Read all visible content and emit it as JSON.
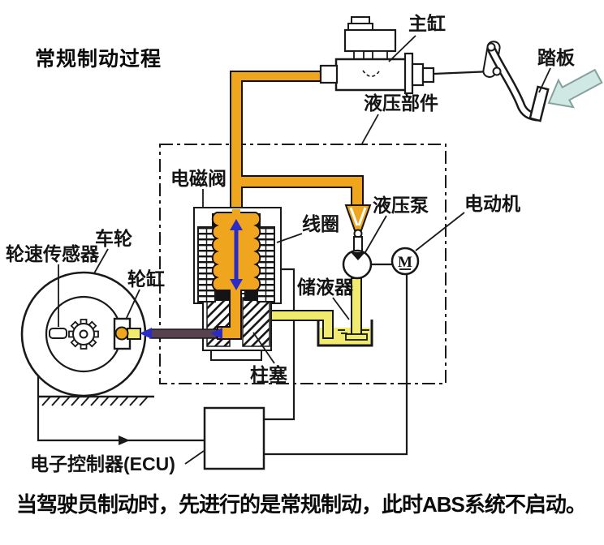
{
  "title": "常规制动过程",
  "caption": "当驾驶员制动时，先进行的是常规制动，此时ABS系统不启动。",
  "labels": {
    "master_cylinder": "主缸",
    "pedal": "踏板",
    "hydraulic_unit": "液压部件",
    "solenoid_valve": "电磁阀",
    "coil": "线圈",
    "hydraulic_pump": "液压泵",
    "motor": "电动机",
    "reservoir": "储液器",
    "wheel": "车轮",
    "wheel_speed_sensor": "轮速传感器",
    "wheel_cylinder": "轮缸",
    "plunger": "柱塞",
    "ecu": "电子控制器(ECU)",
    "motor_symbol": "M"
  },
  "colors": {
    "pipe_orange": "#F0A51E",
    "fluid_yellow": "#F0EA6E",
    "arrow_blue": "#2B2BC8",
    "return_pipe_maroon": "#59424F",
    "pedal_arrow_cyan": "#CFE8E3",
    "line_black": "#1A1A1A"
  }
}
